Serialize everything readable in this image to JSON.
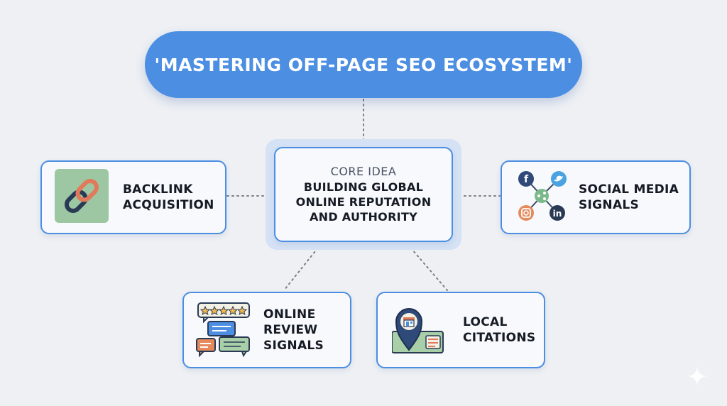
{
  "title": "'MASTERING OFF-PAGE SEO ECOSYSTEM'",
  "core": {
    "tag": "CORE IDEA",
    "lines": [
      "BUILDING GLOBAL",
      "ONLINE REPUTATION",
      "AND AUTHORITY"
    ]
  },
  "nodes": {
    "backlink": {
      "lines": [
        "BACKLINK",
        "ACQUISITION"
      ],
      "icon": "chain-link-icon"
    },
    "social": {
      "lines": [
        "SOCIAL MEDIA",
        "SIGNALS"
      ],
      "icon": "social-network-icon"
    },
    "review": {
      "lines": [
        "ONLINE",
        "REVIEW",
        "SIGNALS"
      ],
      "icon": "review-bubbles-icon"
    },
    "citation": {
      "lines": [
        "LOCAL",
        "CITATIONS"
      ],
      "icon": "map-pin-store-icon"
    }
  },
  "social_icons": {
    "facebook": "f",
    "linkedin": "in"
  },
  "colors": {
    "accent": "#4b8ee2",
    "background": "#eef0f4",
    "node_border": "#4b8ee2",
    "connector": "#7a7f88"
  }
}
